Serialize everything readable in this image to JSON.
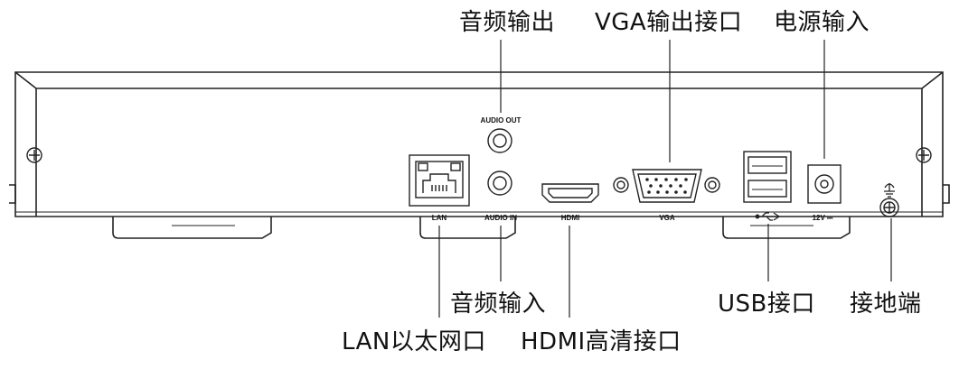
{
  "callouts": {
    "audio_out": "音频输出",
    "vga_out": "VGA输出接口",
    "power_in": "电源输入",
    "audio_in": "音频输入",
    "lan": "LAN以太网口",
    "hdmi": "HDMI高清接口",
    "usb": "USB接口",
    "ground": "接地端"
  },
  "port_labels": {
    "audio_out": "AUDIO OUT",
    "lan": "LAN",
    "audio_in": "AUDIO IN",
    "hdmi": "HDMI",
    "vga": "VGA",
    "power": "12V ⎓"
  },
  "icons": {
    "usb": "usb-icon",
    "ground": "ground-icon"
  }
}
